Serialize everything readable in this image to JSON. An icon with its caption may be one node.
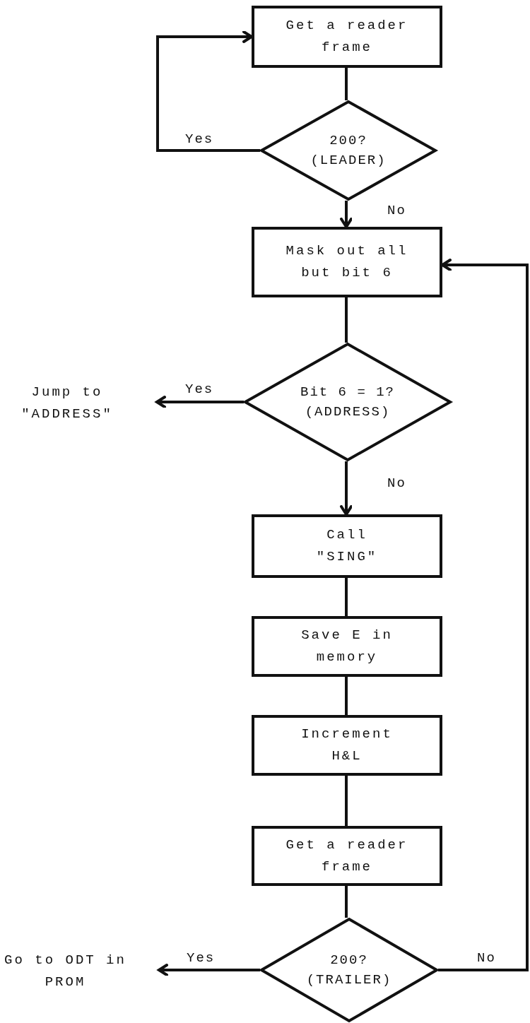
{
  "diagram": {
    "nodes": [
      {
        "text": [
          "Get a reader frame"
        ]
      },
      {
        "text": [
          "200? (LEADER)"
        ]
      },
      {
        "text": [
          "Mask out all but bit 6"
        ]
      },
      {
        "text": [
          "Bit 6 = 1? (ADDRESS)"
        ]
      },
      {
        "text": [
          "Jump to \"ADDRESS\""
        ]
      },
      {
        "text": [
          "Call \"SING\""
        ]
      },
      {
        "text": [
          "Save E in memory"
        ]
      },
      {
        "text": [
          "Increment H&L"
        ]
      },
      {
        "text": [
          "Get a reader frame"
        ]
      },
      {
        "text": [
          "200? (TRAILER)"
        ]
      },
      {
        "text": [
          "Go to ODT in PROM"
        ]
      }
    ],
    "edges": [
      {
        "from": 0,
        "to": 1,
        "arrow": "none"
      },
      {
        "from": 1,
        "to": 0,
        "arrow": "to",
        "label": "Yes"
      },
      {
        "from": 1,
        "to": 2,
        "arrow": "to",
        "label": "No"
      },
      {
        "from": 2,
        "to": 3,
        "arrow": "none"
      },
      {
        "from": 3,
        "to": 4,
        "arrow": "to",
        "label": "Yes"
      },
      {
        "from": 3,
        "to": 5,
        "arrow": "to",
        "label": "No"
      },
      {
        "from": 5,
        "to": 6,
        "arrow": "none"
      },
      {
        "from": 6,
        "to": 7,
        "arrow": "none"
      },
      {
        "from": 7,
        "to": 8,
        "arrow": "none"
      },
      {
        "from": 8,
        "to": 9,
        "arrow": "none"
      },
      {
        "from": 9,
        "to": 10,
        "arrow": "to",
        "label": "Yes"
      },
      {
        "from": 9,
        "to": 2,
        "arrow": "to",
        "label": "No"
      }
    ]
  }
}
